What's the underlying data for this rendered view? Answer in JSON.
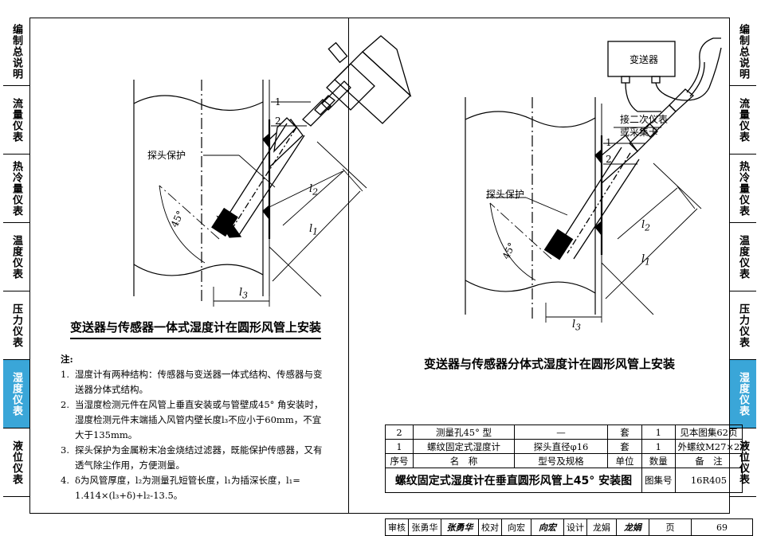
{
  "left_tabs": [
    {
      "label": "编制总说明",
      "active": false
    },
    {
      "label": "流量仪表",
      "active": false
    },
    {
      "label": "热冷量仪表",
      "active": false
    },
    {
      "label": "温度仪表",
      "active": false
    },
    {
      "label": "压力仪表",
      "active": false
    },
    {
      "label": "湿度仪表",
      "active": true
    },
    {
      "label": "液位仪表",
      "active": false
    }
  ],
  "right_tabs": [
    {
      "label": "编制总说明",
      "active": false
    },
    {
      "label": "流量仪表",
      "active": false
    },
    {
      "label": "热冷量仪表",
      "active": false
    },
    {
      "label": "温度仪表",
      "active": false
    },
    {
      "label": "压力仪表",
      "active": false
    },
    {
      "label": "湿度仪表",
      "active": true
    },
    {
      "label": "液位仪表",
      "active": false
    }
  ],
  "accent_color": "#3aa6d8",
  "left_drawing": {
    "caption": "变送器与传感器一体式湿度计在圆形风管上安装",
    "probe_label": "探头保护",
    "callout_1": "1",
    "callout_2": "2",
    "angle": "45°",
    "l1": "l",
    "l1_sub": "1",
    "l2": "l",
    "l2_sub": "2",
    "l3": "l",
    "l3_sub": "3"
  },
  "right_drawing": {
    "caption": "变送器与传感器分体式湿度计在圆形风管上安装",
    "probe_label": "探头保护",
    "transmitter_label": "变送器",
    "connect_label_1": "接二次仪表",
    "connect_label_2": "或采集卡",
    "callout_1": "1",
    "callout_2": "2",
    "angle": "45°",
    "l1": "l",
    "l1_sub": "1",
    "l2": "l",
    "l2_sub": "2",
    "l3": "l",
    "l3_sub": "3"
  },
  "notes": {
    "title": "注:",
    "items": [
      {
        "num": "1.",
        "text": "湿度计有两种结构：传感器与变送器一体式结构、传感器与变送器分体式结构。"
      },
      {
        "num": "2.",
        "text": "当湿度检测元件在风管上垂直安装或与管壁成45° 角安装时，湿度检测元件末端插入风管内壁长度l₃不应小于60mm，不宜大于135mm。"
      },
      {
        "num": "3.",
        "text": "探头保护为金属粉末冶金烧结过滤器，既能保护传感器，又有透气除尘作用，方便测量。"
      },
      {
        "num": "4.",
        "text": "δ为风管厚度，l₂为测量孔短管长度，l₁为插深长度，l₁= 1.414×(l₃+δ)+l₂-13.5。"
      }
    ]
  },
  "title_block": {
    "rows": [
      {
        "no": "2",
        "name": "测量孔45° 型",
        "spec": "—",
        "unit": "套",
        "qty": "1",
        "remark": "见本图集62页"
      },
      {
        "no": "1",
        "name": "螺纹固定式湿度计",
        "spec": "探头直径φ16",
        "unit": "套",
        "qty": "1",
        "remark": "外螺纹M27×2"
      }
    ],
    "header": {
      "no": "序号",
      "name": "名　称",
      "spec": "型号及规格",
      "unit": "单位",
      "qty": "数量",
      "remark": "备　注"
    },
    "title": "螺纹固定式湿度计在垂直圆形风管上45° 安装图",
    "atlas_label": "图集号",
    "atlas_no": "16R405",
    "page_label": "页",
    "page_no": "69",
    "review_label": "审核",
    "reviewer": "张勇华",
    "reviewer_sig": "张勇华",
    "check_label": "校对",
    "checker": "向宏",
    "checker_sig": "向宏",
    "design_label": "设计",
    "designer": "龙娟",
    "designer_sig": "龙娟"
  }
}
